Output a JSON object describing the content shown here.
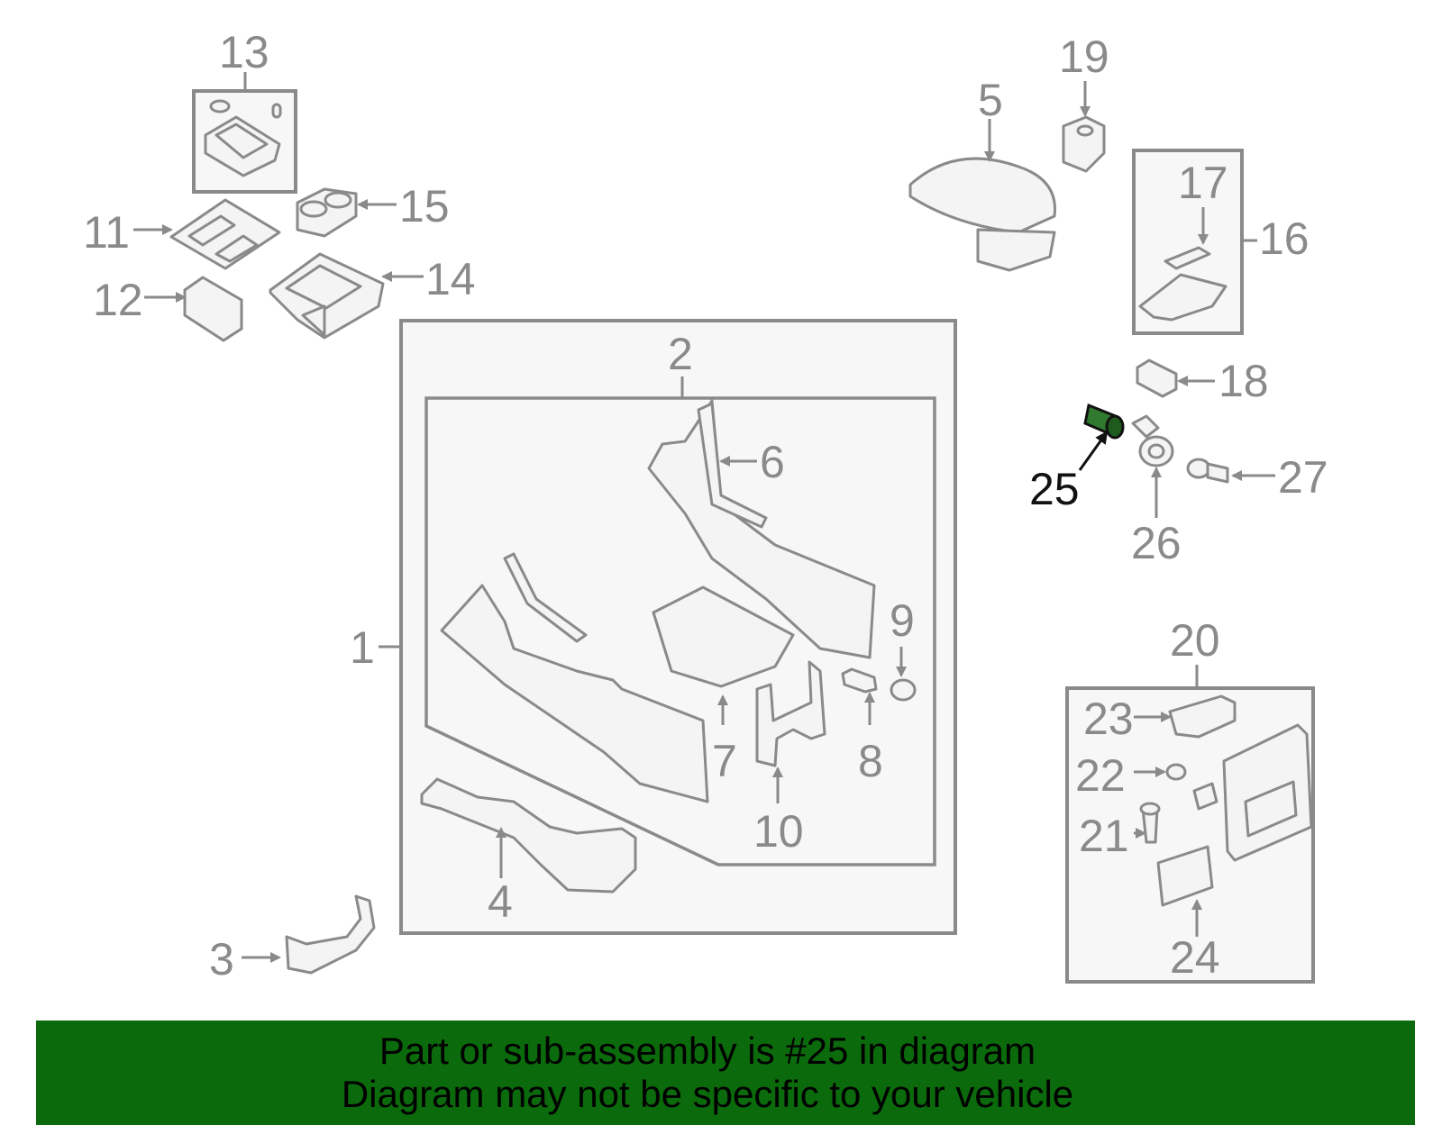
{
  "callouts": {
    "c1": "1",
    "c2": "2",
    "c3": "3",
    "c4": "4",
    "c5": "5",
    "c6": "6",
    "c7": "7",
    "c8": "8",
    "c9": "9",
    "c10": "10",
    "c11": "11",
    "c12": "12",
    "c13": "13",
    "c14": "14",
    "c15": "15",
    "c16": "16",
    "c17": "17",
    "c18": "18",
    "c19": "19",
    "c20": "20",
    "c21": "21",
    "c22": "22",
    "c23": "23",
    "c24": "24",
    "c25": "25",
    "c26": "26",
    "c27": "27"
  },
  "highlighted_part": "25",
  "colors": {
    "banner": "#0b6a0b",
    "line": "#8a8a8a",
    "highlight": "#1e5c1e"
  },
  "banner": {
    "line1": "Part or sub-assembly is #25 in diagram",
    "line2": "Diagram may not be specific to your vehicle"
  }
}
